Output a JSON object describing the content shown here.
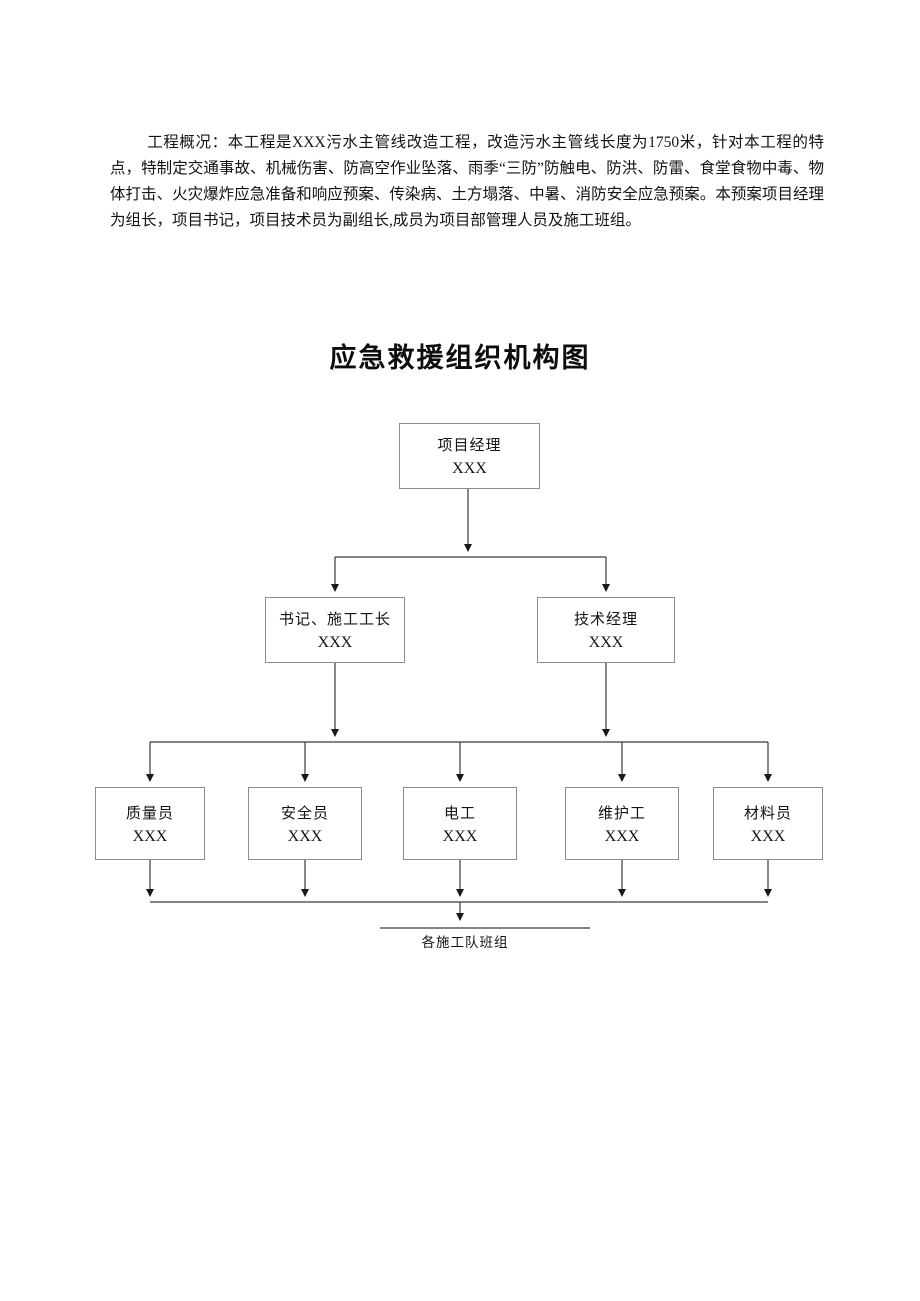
{
  "page": {
    "paragraph": "工程概况：本工程是XXX污水主管线改造工程，改造污水主管线长度为1750米，针对本工程的特点，特制定交通事故、机械伤害、防高空作业坠落、雨季“三防”防触电、防洪、防雷、食堂食物中毒、物体打击、火灾爆炸应急准备和响应预案、传染病、土方塌落、中暑、消防安全应急预案。本预案项目经理为组长，项目书记，项目技术员为副组长,成员为项目部管理人员及施工班组。",
    "title": "应急救援组织机构图"
  },
  "chart": {
    "root": {
      "title": "项目经理",
      "name": "XXX"
    },
    "level2": [
      {
        "title": "书记、施工工长",
        "name": "XXX"
      },
      {
        "title": "技术经理",
        "name": "XXX"
      }
    ],
    "level3": [
      {
        "title": "质量员",
        "name": "XXX"
      },
      {
        "title": "安全员",
        "name": "XXX"
      },
      {
        "title": "电工",
        "name": "XXX"
      },
      {
        "title": "维护工",
        "name": "XXX"
      },
      {
        "title": "材料员",
        "name": "XXX"
      }
    ],
    "bottom_label": "各施工队班组"
  }
}
